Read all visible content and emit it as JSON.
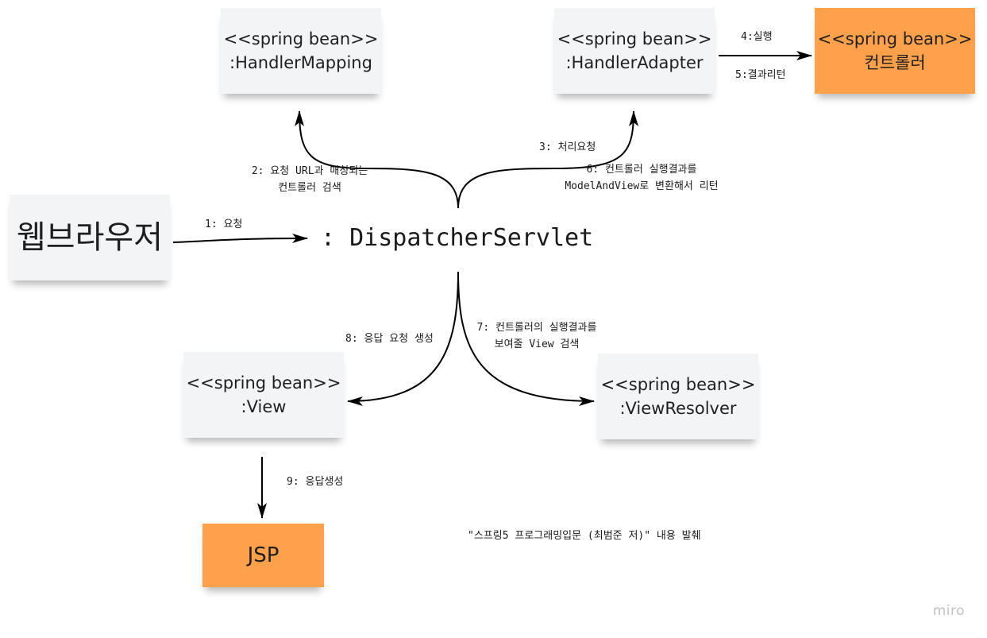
{
  "notes": {
    "handler_mapping": {
      "stereotype": "<<spring bean>>",
      "name": ":HandlerMapping"
    },
    "handler_adapter": {
      "stereotype": "<<spring bean>>",
      "name": ":HandlerAdapter"
    },
    "controller": {
      "stereotype": "<<spring bean>>",
      "name": "컨트롤러"
    },
    "browser": {
      "name": "웹브라우저"
    },
    "view": {
      "stereotype": "<<spring bean>>",
      "name": ":View"
    },
    "view_resolver": {
      "stereotype": "<<spring bean>>",
      "name": ":ViewResolver"
    },
    "jsp": {
      "name": "JSP"
    }
  },
  "servlet": {
    "name": ": DispatcherServlet"
  },
  "labels": {
    "step1": "1: 요청",
    "step2": [
      "2: 요청 URL과 매칭되는",
      "컨트롤러 검색"
    ],
    "step3": "3: 처리요청",
    "step4": "4:실행",
    "step5": "5:결과리턴",
    "step6": [
      "6: 컨트롤러 실행결과를",
      "ModelAndView로 변환해서 리턴"
    ],
    "step7": [
      "7: 컨트롤러의 실행결과를",
      "보여줄 View 검색"
    ],
    "step8": "8: 응답 요청 생성",
    "step9": "9: 응답생성"
  },
  "caption": "\"스프링5 프로그래밍입문 (최범준 저)\" 내용 발췌",
  "watermark": "miro",
  "colors": {
    "note_grey": "#f2f4f6",
    "note_orange": "#ffa04b",
    "line": "#000000"
  }
}
